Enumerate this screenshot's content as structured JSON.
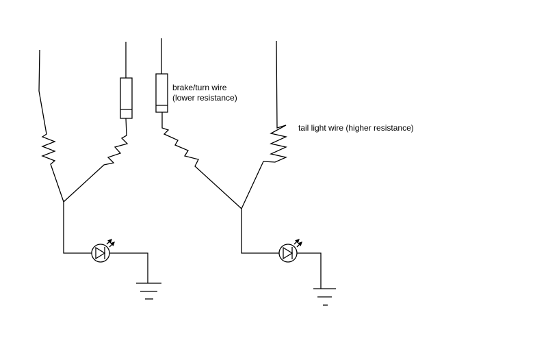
{
  "labels": {
    "brake_line1": "brake/turn wire",
    "brake_line2": "(lower resistance)",
    "tail": "tail light wire (higher resistance)"
  },
  "colors": {
    "ink": "#000000",
    "background": "#ffffff"
  },
  "circuits": [
    {
      "id": "left",
      "components": [
        "tail-wire-resistor",
        "brake-wire-fuse",
        "brake-wire-resistor",
        "led",
        "ground"
      ]
    },
    {
      "id": "right",
      "components": [
        "brake-wire-fuse",
        "brake-wire-resistor",
        "tail-wire-resistor",
        "led",
        "ground"
      ]
    }
  ]
}
